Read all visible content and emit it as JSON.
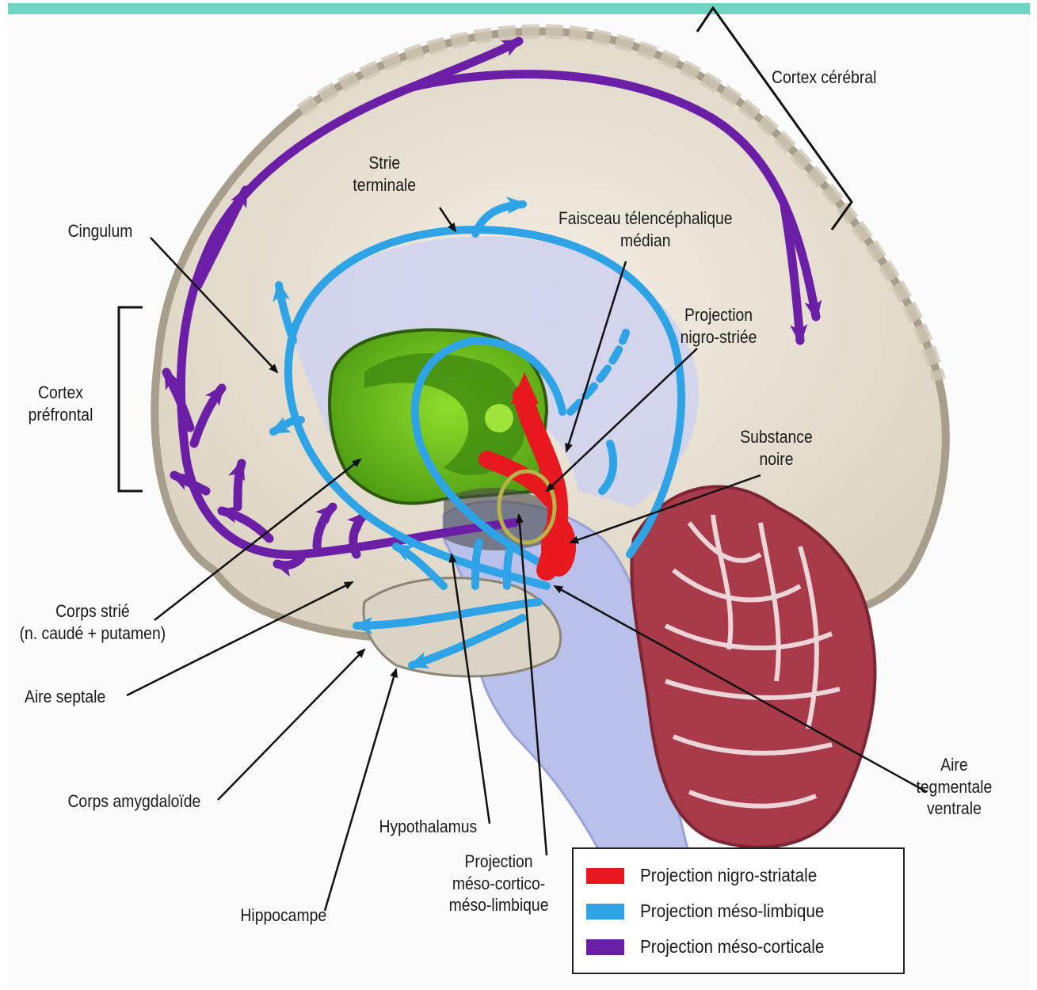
{
  "labels": {
    "cortex_cerebral": "Cortex cérébral",
    "strie_terminale": [
      "Strie",
      "terminale"
    ],
    "cingulum": "Cingulum",
    "faisceau": [
      "Faisceau télencéphalique",
      "médian"
    ],
    "projection_nigro_striee": [
      "Projection",
      "nigro-striée"
    ],
    "cortex_prefrontal": [
      "Cortex",
      "préfrontal"
    ],
    "substance_noire": [
      "Substance",
      "noire"
    ],
    "corps_strie": [
      "Corps strié",
      "(n. caudé + putamen)"
    ],
    "aire_septale": "Aire septale",
    "corps_amygdaloide": "Corps amygdaloïde",
    "aire_tegmentale": [
      "Aire",
      "tegmentale",
      "ventrale"
    ],
    "hypothalamus": "Hypothalamus",
    "projection_meso": [
      "Projection",
      "méso-cortico-",
      "méso-limbique"
    ],
    "hippocampe": "Hippocampe"
  },
  "legend": [
    {
      "label": "Projection  nigro-striatale",
      "color": "#e8191e"
    },
    {
      "label": "Projection méso-limbique",
      "color": "#2ea3e6"
    },
    {
      "label": "Projection méso-corticale",
      "color": "#6a1fa6"
    }
  ],
  "colors": {
    "top_bar": "#6fd6c4",
    "brain": "#ece6da",
    "brain_edge": "#b8ad9c",
    "brainstem": "#b9c0ea",
    "cerebellum": "#a83a4a",
    "striatum": "#6fc21f",
    "purple": "#6a1fa6",
    "blue": "#2ea3e6",
    "red": "#e8191e"
  }
}
